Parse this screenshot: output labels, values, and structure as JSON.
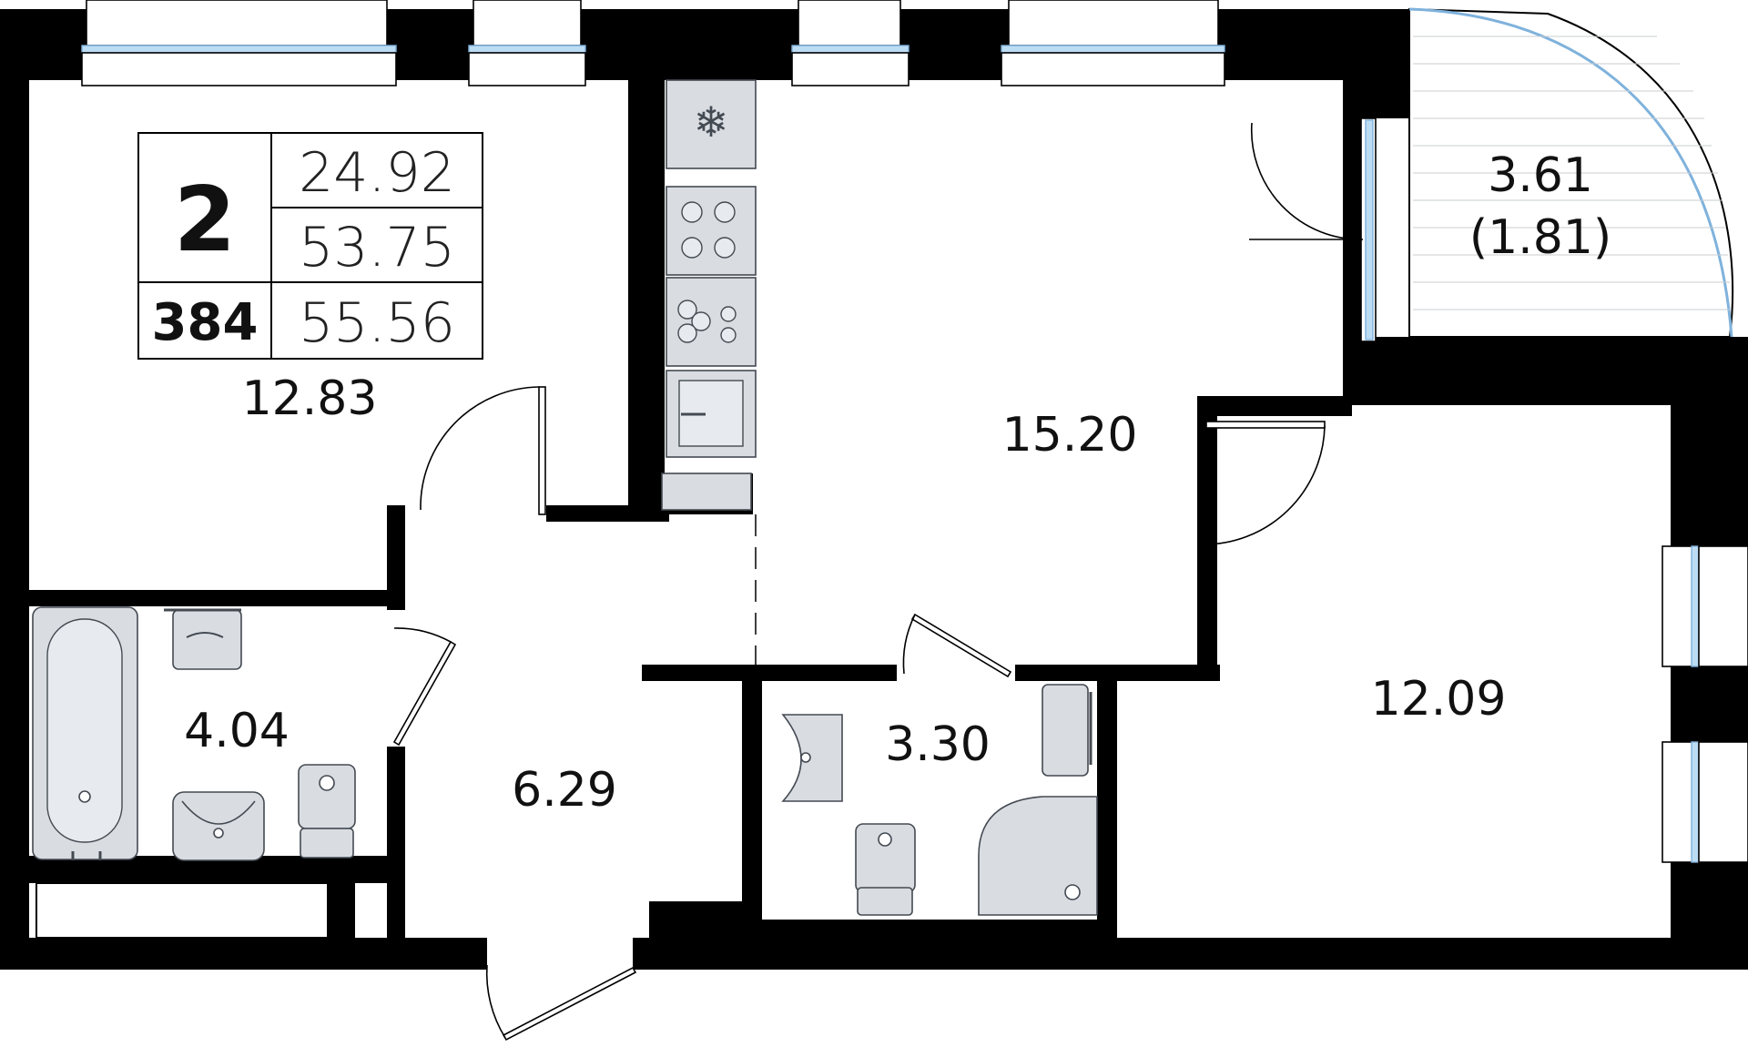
{
  "info_box": {
    "rooms": "2",
    "living_area": "24.92",
    "total_area": "53.75",
    "apartment_number": "384",
    "total_with_balcony": "55.56"
  },
  "rooms": {
    "bedroom": "12.83",
    "kitchen_living": "15.20",
    "balcony": "3.61",
    "balcony_reduced": "(1.81)",
    "bathroom": "4.04",
    "hallway": "6.29",
    "shower_room": "3.30",
    "bedroom_2": "12.09"
  },
  "colors": {
    "wall": "#000000",
    "window_glass": "#bcdcf4",
    "fixture": "#d9dde2"
  }
}
